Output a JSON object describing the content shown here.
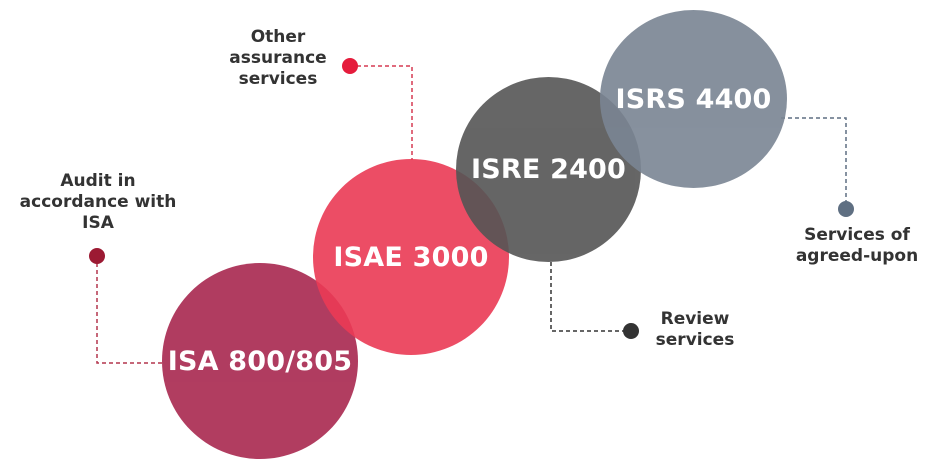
{
  "colors": {
    "isa": "#a8284f",
    "isae": "#eb3a55",
    "isre": "#555555",
    "isrs": "#7a8593",
    "dot_audit": "#9c1a33",
    "dot_other": "#e51c3c",
    "dot_review": "#333333",
    "dot_agreed": "#5f6f82",
    "connector_audit": "#b4354d",
    "connector_other": "#d63a52",
    "connector_review": "#333333",
    "connector_agreed": "#5f6f82"
  },
  "circles": {
    "isa": "ISA 800/805",
    "isae": "ISAE 3000",
    "isre": "ISRE 2400",
    "isrs": "ISRS 4400"
  },
  "labels": {
    "audit": "Audit in\naccordance with\nISA",
    "other": "Other\nassurance\nservices",
    "review": "Review\nservices",
    "agreed": "Services of\nagreed-upon"
  }
}
